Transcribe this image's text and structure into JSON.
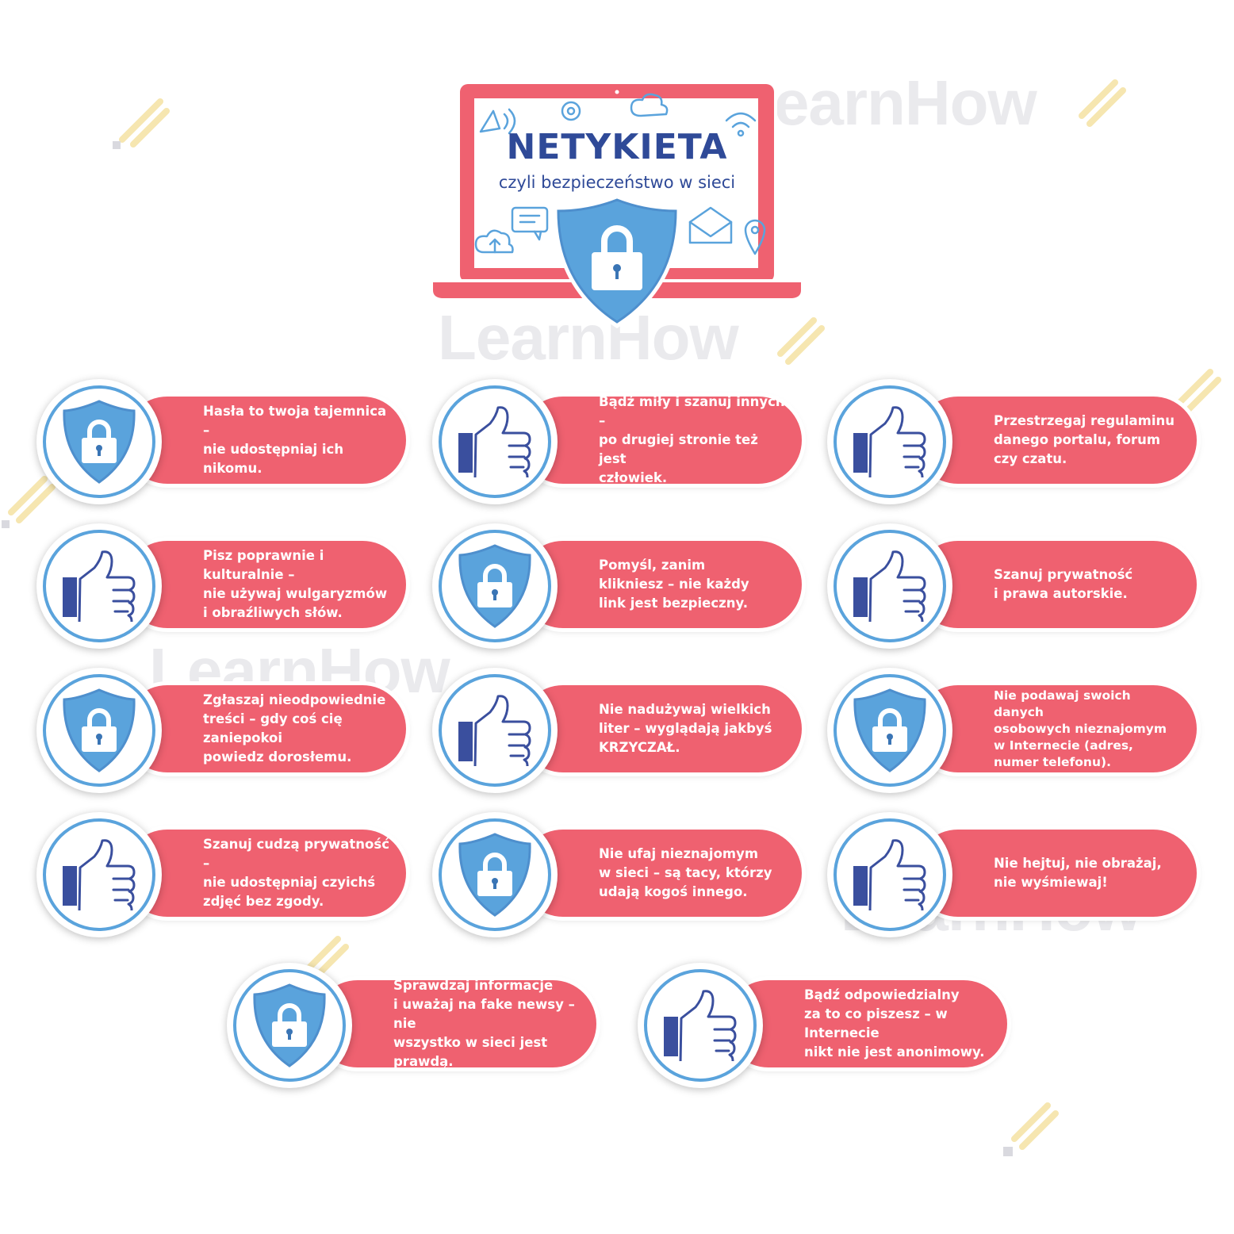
{
  "header": {
    "title": "NETYKIETA",
    "subtitle": "czyli bezpieczeństwo w sieci"
  },
  "watermark": "LearnHow",
  "colors": {
    "accent": "#ef6170",
    "blue": "#5aa3dc",
    "dark_blue": "#2f4a98",
    "thumb_blue": "#3a4f9e"
  },
  "rules": [
    {
      "icon": "shield-lock-icon",
      "text": "Hasła to twoja tajemnica –\nnie udostępniaj ich nikomu."
    },
    {
      "icon": "thumbs-up-icon",
      "text": "Bądź miły i szanuj innych –\npo drugiej stronie też jest\nczłowiek."
    },
    {
      "icon": "thumbs-up-icon",
      "text": "Przestrzegaj regulaminu\ndanego portalu, forum\nczy czatu."
    },
    {
      "icon": "thumbs-up-icon",
      "text": "Pisz poprawnie i kulturalnie –\nnie używaj wulgaryzmów\ni obraźliwych słów."
    },
    {
      "icon": "shield-lock-icon",
      "text": "Pomyśl, zanim\nklikniesz – nie każdy\nlink jest bezpieczny."
    },
    {
      "icon": "thumbs-up-icon",
      "text": "Szanuj prywatność\ni prawa autorskie."
    },
    {
      "icon": "shield-lock-icon",
      "text": "Zgłaszaj nieodpowiednie\ntreści – gdy coś cię zaniepokoi\npowiedz dorosłemu."
    },
    {
      "icon": "thumbs-up-icon",
      "text": "Nie nadużywaj wielkich\nliter – wyglądają jakbyś\nKRZYCZAŁ."
    },
    {
      "icon": "shield-lock-icon",
      "text": "Nie podawaj swoich danych\nosobowych nieznajomym\nw Internecie (adres,\nnumer telefonu)."
    },
    {
      "icon": "thumbs-up-icon",
      "text": "Szanuj cudzą prywatność –\nnie udostępniaj czyichś\nzdjęć bez zgody."
    },
    {
      "icon": "shield-lock-icon",
      "text": "Nie ufaj nieznajomym\nw sieci – są tacy, którzy\nudają kogoś innego."
    },
    {
      "icon": "thumbs-up-icon",
      "text": "Nie hejtuj, nie obrażaj,\nnie wyśmiewaj!"
    },
    {
      "icon": "shield-lock-icon",
      "text": "Sprawdzaj informacje\ni uważaj na fake newsy – nie\nwszystko w sieci jest prawdą."
    },
    {
      "icon": "thumbs-up-icon",
      "text": "Bądź odpowiedzialny\nza to co piszesz – w Internecie\nnikt nie jest anonimowy."
    }
  ]
}
